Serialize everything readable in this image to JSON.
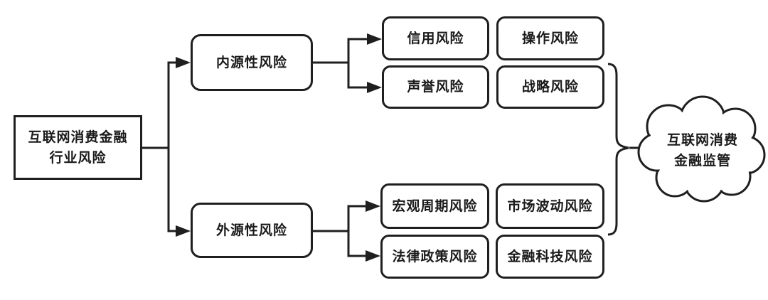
{
  "root": {
    "line1": "互联网消费金融",
    "line2": "行业风险"
  },
  "branches": {
    "internal": "内源性风险",
    "external": "外源性风险"
  },
  "risks": {
    "credit": "信用风险",
    "operational": "操作风险",
    "reputation": "声誉风险",
    "strategic": "战略风险",
    "macro_cycle": "宏观周期风险",
    "market_volatility": "市场波动风险",
    "legal_policy": "法律政策风险",
    "fintech": "金融科技风险"
  },
  "cloud": {
    "line1": "互联网消费",
    "line2": "金融监管"
  },
  "colors": {
    "line": "#1f1f1f",
    "text": "#1a1a1a",
    "background": "#ffffff"
  }
}
